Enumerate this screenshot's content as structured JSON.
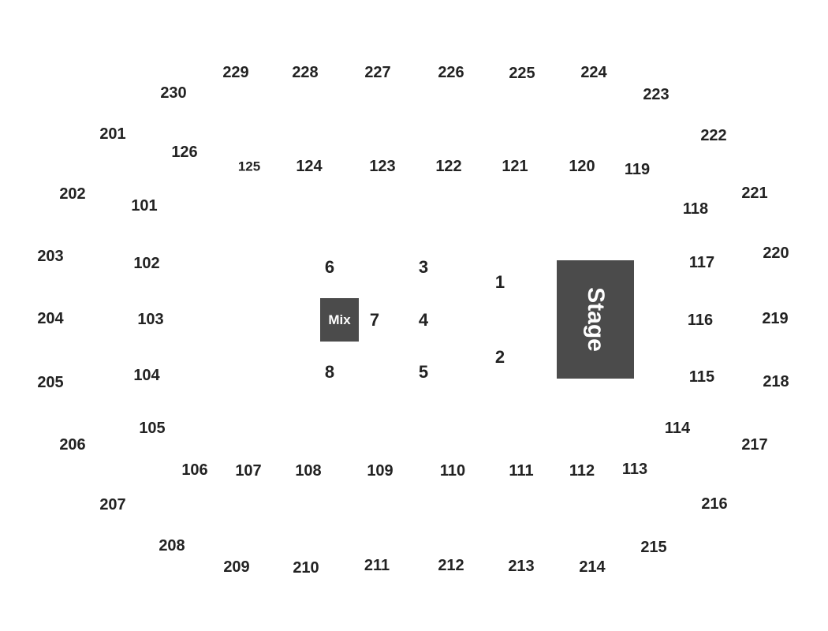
{
  "stage_label": "Stage",
  "mix_label": "Mix",
  "colors": {
    "stage_fill": "#4b4b4b",
    "label_text": "#222222",
    "background": "#ffffff"
  },
  "upper_sections": [
    "201",
    "202",
    "203",
    "204",
    "205",
    "206",
    "207",
    "208",
    "209",
    "210",
    "211",
    "212",
    "213",
    "214",
    "215",
    "216",
    "217",
    "218",
    "219",
    "220",
    "221",
    "222",
    "223",
    "224",
    "225",
    "226",
    "227",
    "228",
    "229",
    "230"
  ],
  "lower_sections": [
    "101",
    "102",
    "103",
    "104",
    "105",
    "106",
    "107",
    "108",
    "109",
    "110",
    "111",
    "112",
    "113",
    "114",
    "115",
    "116",
    "117",
    "118",
    "119",
    "120",
    "121",
    "122",
    "123",
    "124",
    "125",
    "126"
  ],
  "floor_sections": [
    "1",
    "2",
    "3",
    "4",
    "5",
    "6",
    "7",
    "8"
  ]
}
